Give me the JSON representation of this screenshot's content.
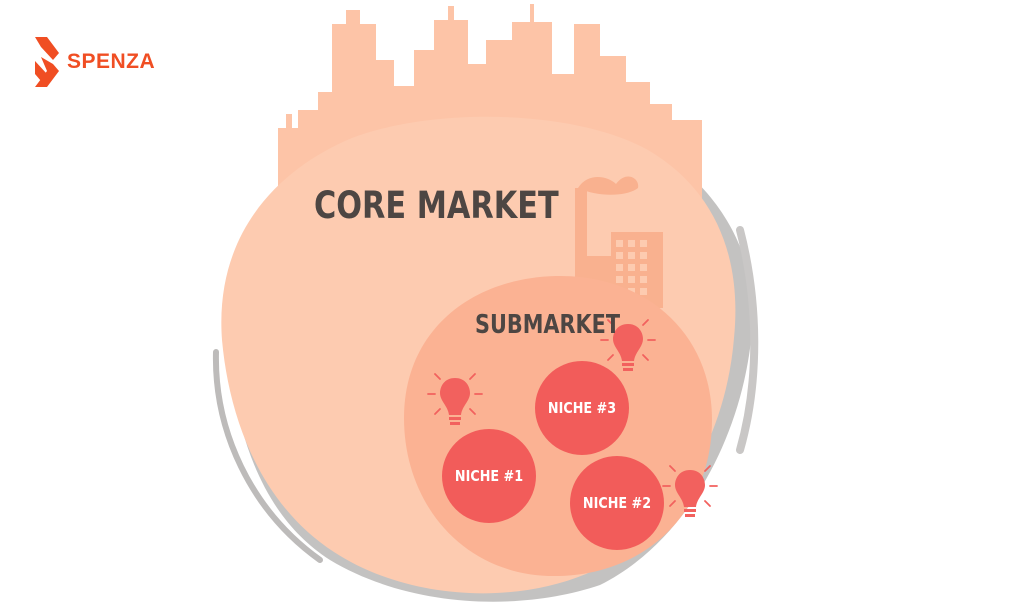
{
  "brand": {
    "name": "SPENZA",
    "color": "#f04e23"
  },
  "diagram": {
    "core_market": {
      "label": "CORE MARKET",
      "color": "#fdcbb0"
    },
    "submarket": {
      "label": "SUBMARKET",
      "color": "#fbb293"
    },
    "niches": [
      {
        "label": "NICHE #3"
      },
      {
        "label": "NICHE #1"
      },
      {
        "label": "NICHE #2"
      }
    ],
    "niche_color": "#f25c5a",
    "idea_icon": "lightbulb-icon",
    "idea_color": "#f2615e",
    "shadow_color": "#bdbbba",
    "skyline_color": "#fdc4a7",
    "factory_color": "#f9b18f"
  }
}
